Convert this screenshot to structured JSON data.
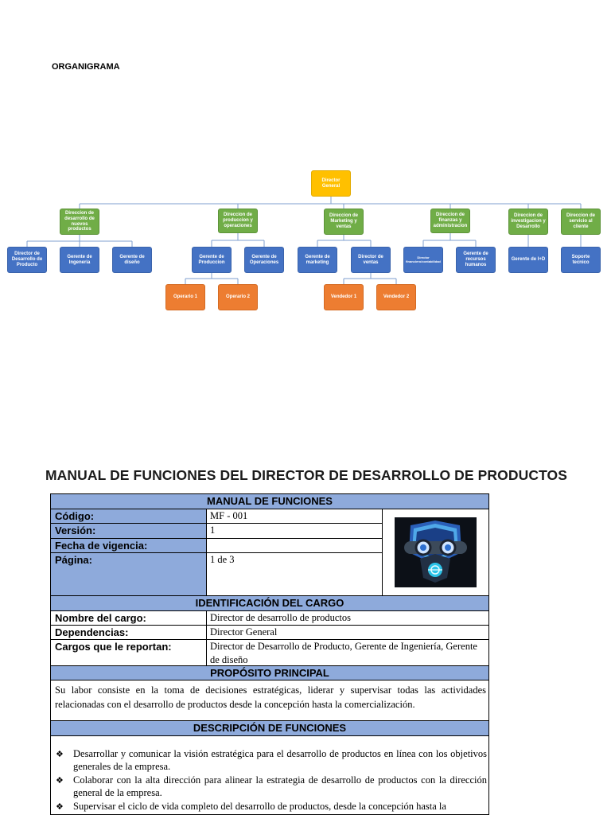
{
  "heading": "ORGANIGRAMA",
  "org": {
    "root": "Director General",
    "divisions": [
      "Direccion de desarrollo de nuevos productos",
      "Direccion de produccion y operaciones",
      "Direccion de Marketing y ventas",
      "Direccion de finanzas y administracion",
      "Direccion de investigacion y Desarrollo",
      "Direccion de servicio al cliente"
    ],
    "managers": [
      "Director de Desarrollo de Producto",
      "Gerente de Ingeneria",
      "Gerente de diseño",
      "Gerente de Produccion",
      "Gerente de Operaciones",
      "Gerente de marketing",
      "Director de ventas",
      "Director financiero/contabilidad",
      "Gerente de recursos humanos",
      "Gerente de I+D",
      "Soporte tecnico"
    ],
    "staff": [
      "Operario 1",
      "Operario 2",
      "Vendedor 1",
      "Vendedor 2"
    ],
    "colors": {
      "root": "#ffc000",
      "division": "#70ad47",
      "manager": "#4472c4",
      "staff": "#ed7d31"
    }
  },
  "manual": {
    "title": "MANUAL DE FUNCIONES DEL DIRECTOR DE DESARROLLO DE PRODUCTOS",
    "header": "MANUAL DE FUNCIONES",
    "meta": [
      {
        "label": "Código:",
        "value": "MF - 001"
      },
      {
        "label": "Versión:",
        "value": "1"
      },
      {
        "label": "Fecha de vigencia:",
        "value": ""
      },
      {
        "label": "Página:",
        "value": "1 de 3"
      }
    ],
    "identification_header": "IDENTIFICACIÓN DEL CARGO",
    "identification": [
      {
        "label": "Nombre del cargo:",
        "value": "Director de desarrollo de productos"
      },
      {
        "label": "Dependencias:",
        "value": "Director General"
      },
      {
        "label": "Cargos que le reportan:",
        "value": "Director de Desarrollo de Producto, Gerente de Ingeniería, Gerente de diseño"
      }
    ],
    "purpose_header": "PROPÓSITO PRINCIPAL",
    "purpose": "Su labor consiste en la toma de decisiones estratégicas, liderar y supervisar todas las actividades relacionadas con el desarrollo de productos desde la concepción hasta la comercialización.",
    "functions_header": "DESCRIPCIÓN DE FUNCIONES",
    "functions": [
      "Desarrollar y comunicar la visión estratégica para el desarrollo de productos en línea con los objetivos generales de la empresa.",
      "Colaborar con la alta dirección para alinear la estrategia de desarrollo de productos con la dirección general de la empresa.",
      "Supervisar el ciclo de vida completo del desarrollo de productos, desde la concepción hasta la"
    ],
    "header_color": "#8eaadb"
  }
}
